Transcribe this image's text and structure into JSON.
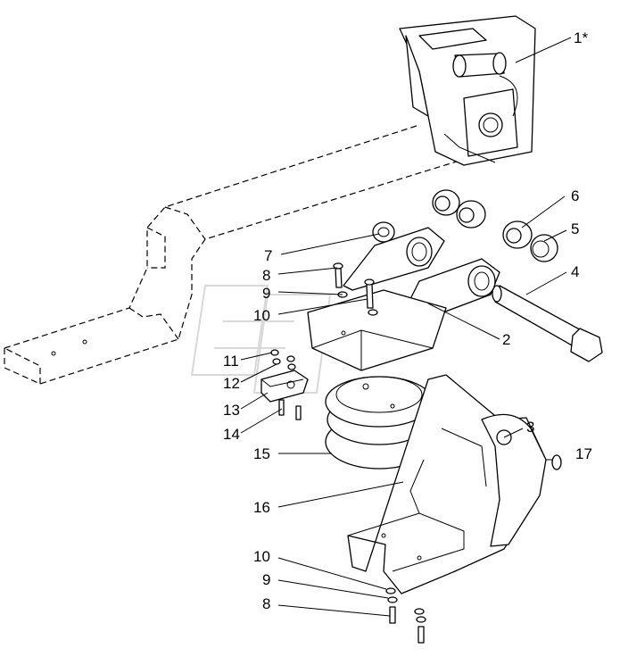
{
  "callouts": {
    "c1": "1*",
    "c2": "2",
    "c3": "3",
    "c4": "4",
    "c5": "5",
    "c6": "6",
    "c7": "7",
    "c8a": "8",
    "c9a": "9",
    "c10a": "10",
    "c11": "11",
    "c12": "12",
    "c13": "13",
    "c14": "14",
    "c15": "15",
    "c16": "16",
    "c17": "17",
    "c10b": "10",
    "c9b": "9",
    "c8b": "8"
  }
}
